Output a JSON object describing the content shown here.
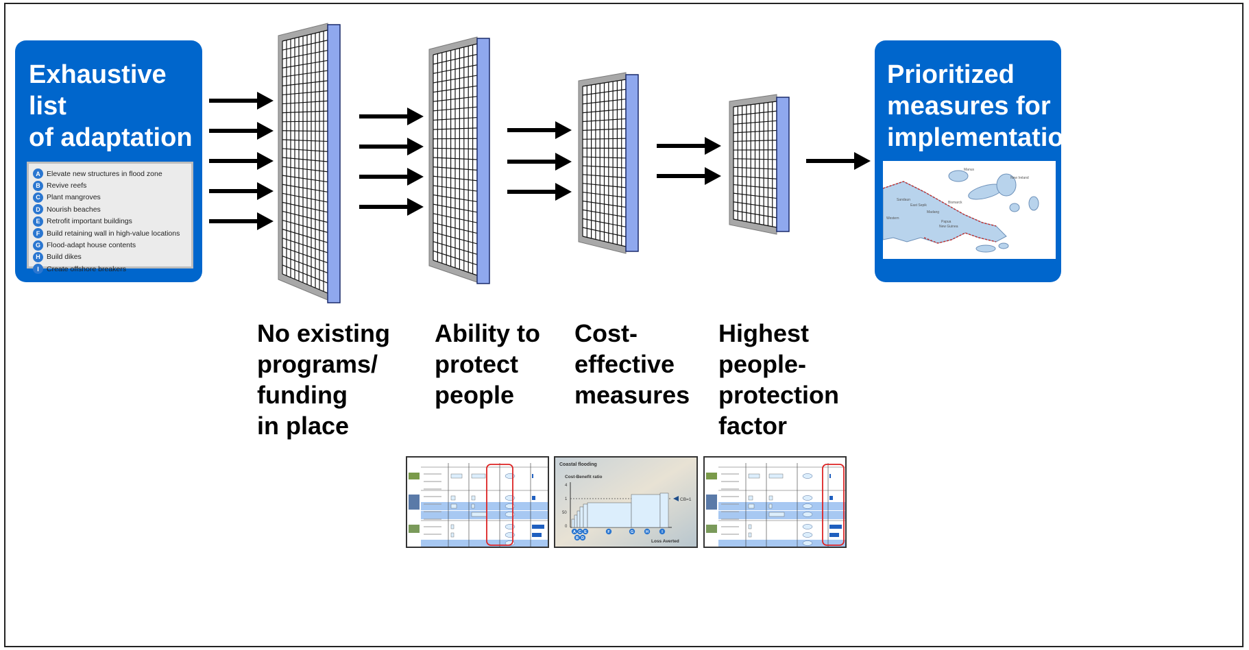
{
  "left_box": {
    "title": "Exhaustive list\nof adaptation\nmeasures",
    "measures": [
      {
        "letter": "A",
        "text": "Elevate new structures in flood zone"
      },
      {
        "letter": "B",
        "text": "Revive reefs"
      },
      {
        "letter": "C",
        "text": "Plant mangroves"
      },
      {
        "letter": "D",
        "text": "Nourish beaches"
      },
      {
        "letter": "E",
        "text": "Retrofit important buildings"
      },
      {
        "letter": "F",
        "text": "Build retaining wall in high-value locations"
      },
      {
        "letter": "G",
        "text": "Flood-adapt house contents"
      },
      {
        "letter": "H",
        "text": "Build dikes"
      },
      {
        "letter": "I",
        "text": "Create offshore breakers"
      }
    ]
  },
  "right_box": {
    "title": "Prioritized\nmeasures for\nimplementation"
  },
  "filters": [
    {
      "label": "No existing\nprograms/\nfunding\nin place"
    },
    {
      "label": "Ability to\nprotect\npeople"
    },
    {
      "label": "Cost-\neffective\nmeasures"
    },
    {
      "label": "Highest\npeople-\nprotection\nfactor"
    }
  ],
  "colors": {
    "box_blue": "#0066cc",
    "filter_blue": "#8fa8ee",
    "circle_blue": "#2a76d0",
    "highlight_red": "#dd2222"
  },
  "thumb_chart": {
    "title": "Coastal flooding",
    "ylabel": "Cost-Benefit ratio",
    "ticks": [
      "4",
      "1",
      "50",
      "0"
    ],
    "cb_label": "CB=1",
    "xlabel": "Loss Averted",
    "letters": [
      "A",
      "C",
      "E",
      "F",
      "G",
      "H",
      "I"
    ],
    "letters_low": [
      "B",
      "D"
    ]
  }
}
